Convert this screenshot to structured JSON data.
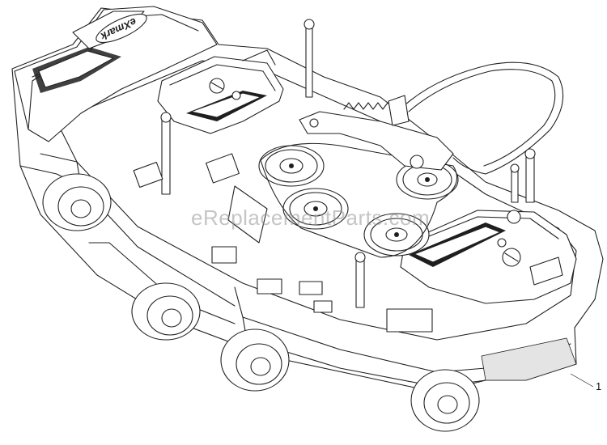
{
  "diagram": {
    "watermark": "eReplacementParts.com",
    "callouts": [
      {
        "number": "1"
      }
    ],
    "decal_logo": "eXmark",
    "icons": [
      "wheel-icon",
      "pulley-icon",
      "belt-icon",
      "spring-icon",
      "pin-icon",
      "decal-icon"
    ]
  }
}
